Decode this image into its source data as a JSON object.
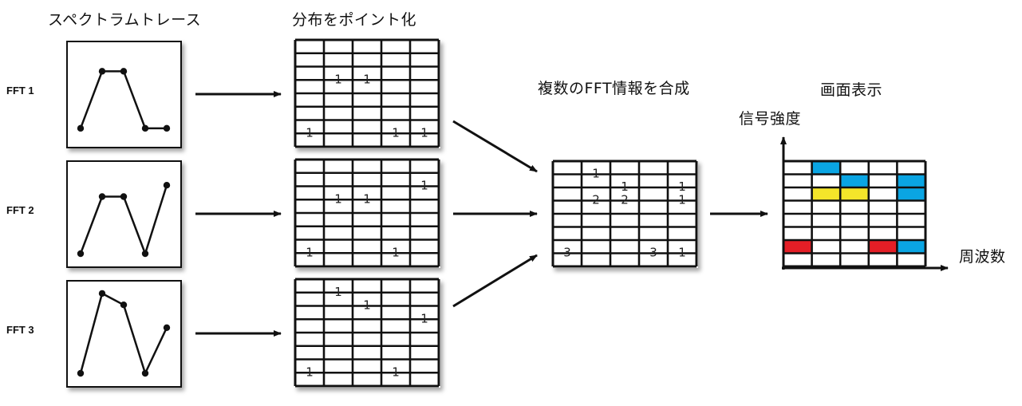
{
  "headers": {
    "spectrum_trace": "スペクトラムトレース",
    "point_distribution": "分布をポイント化",
    "combine_fft": "複数のFFT情報を合成",
    "screen_display": "画面表示",
    "signal_strength": "信号強度",
    "frequency": "周波数"
  },
  "fft_labels": [
    "FFT 1",
    "FFT 2",
    "FFT 3"
  ],
  "traces": [
    [
      [
        0,
        0.5
      ],
      [
        1,
        5.5
      ],
      [
        2,
        5.5
      ],
      [
        3,
        0.5
      ],
      [
        4,
        0.5
      ]
    ],
    [
      [
        0,
        0
      ],
      [
        1,
        5
      ],
      [
        2,
        5
      ],
      [
        3,
        0
      ],
      [
        4,
        6
      ]
    ],
    [
      [
        0,
        0
      ],
      [
        1,
        7
      ],
      [
        2,
        6
      ],
      [
        3,
        0
      ],
      [
        4,
        4
      ]
    ]
  ],
  "point_grids": [
    {
      "rows": 8,
      "cols": 5,
      "ones": [
        [
          2,
          1
        ],
        [
          2,
          2
        ],
        [
          6,
          0
        ],
        [
          6,
          3
        ],
        [
          6,
          4
        ]
      ]
    },
    {
      "rows": 8,
      "cols": 5,
      "ones": [
        [
          1,
          4
        ],
        [
          2,
          1
        ],
        [
          2,
          2
        ],
        [
          6,
          0
        ],
        [
          6,
          3
        ]
      ]
    },
    {
      "rows": 8,
      "cols": 5,
      "ones": [
        [
          0,
          1
        ],
        [
          1,
          2
        ],
        [
          2,
          4
        ],
        [
          6,
          0
        ],
        [
          6,
          3
        ]
      ]
    }
  ],
  "combined_grid": {
    "rows": 8,
    "cols": 5,
    "cells": [
      [
        0,
        1,
        "1"
      ],
      [
        1,
        2,
        "1"
      ],
      [
        1,
        4,
        "1"
      ],
      [
        2,
        1,
        "2"
      ],
      [
        2,
        2,
        "2"
      ],
      [
        2,
        4,
        "1"
      ],
      [
        6,
        0,
        "3"
      ],
      [
        6,
        3,
        "3"
      ],
      [
        6,
        4,
        "1"
      ]
    ]
  },
  "display_grid": {
    "rows": 8,
    "cols": 5,
    "colors": {
      "blue": "#0aa5e3",
      "yellow": "#f4e52a",
      "red": "#e41e26"
    },
    "cells": [
      [
        0,
        1,
        "blue"
      ],
      [
        1,
        2,
        "blue"
      ],
      [
        1,
        4,
        "blue"
      ],
      [
        2,
        1,
        "yellow"
      ],
      [
        2,
        2,
        "yellow"
      ],
      [
        2,
        4,
        "blue"
      ],
      [
        6,
        0,
        "red"
      ],
      [
        6,
        3,
        "red"
      ],
      [
        6,
        4,
        "blue"
      ]
    ]
  }
}
